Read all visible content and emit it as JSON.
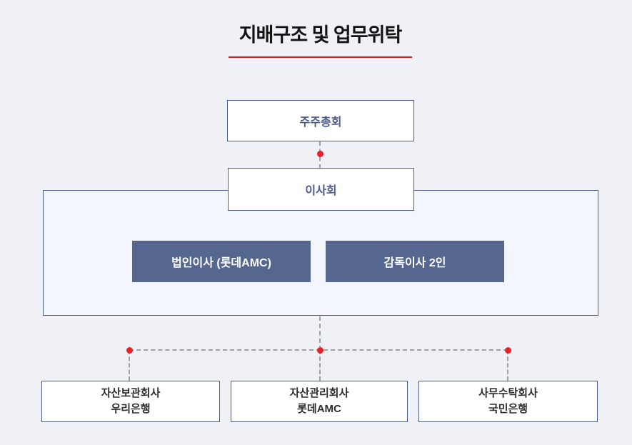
{
  "title": {
    "text": "지배구조 및 업무위탁"
  },
  "colors": {
    "page_bg": "#eff1f6",
    "panel_bg": "#f3f6fc",
    "node_border": "#4d5d85",
    "node_blue_text": "#4a5b8e",
    "dark_box_bg": "#56678f",
    "dark_box_text": "#ffffff",
    "bottom_node_text": "#2e2e2e",
    "accent_red_line": "#cf2128",
    "connector_dot_red": "#e8212b",
    "connector_dash_gray": "#9aa0aa"
  },
  "nodes": {
    "shareholders_meeting": {
      "label": "주주총회"
    },
    "board_of_directors": {
      "label": "이사회"
    },
    "corporate_director": {
      "label": "법인이사 (롯데AMC)"
    },
    "supervisory_directors": {
      "label": "감독이사 2인"
    },
    "asset_custody": {
      "line1": "자산보관회사",
      "line2": "우리은행"
    },
    "asset_management": {
      "line1": "자산관리회사",
      "line2": "롯데AMC"
    },
    "admin_trust": {
      "line1": "사무수탁회사",
      "line2": "국민은행"
    }
  }
}
